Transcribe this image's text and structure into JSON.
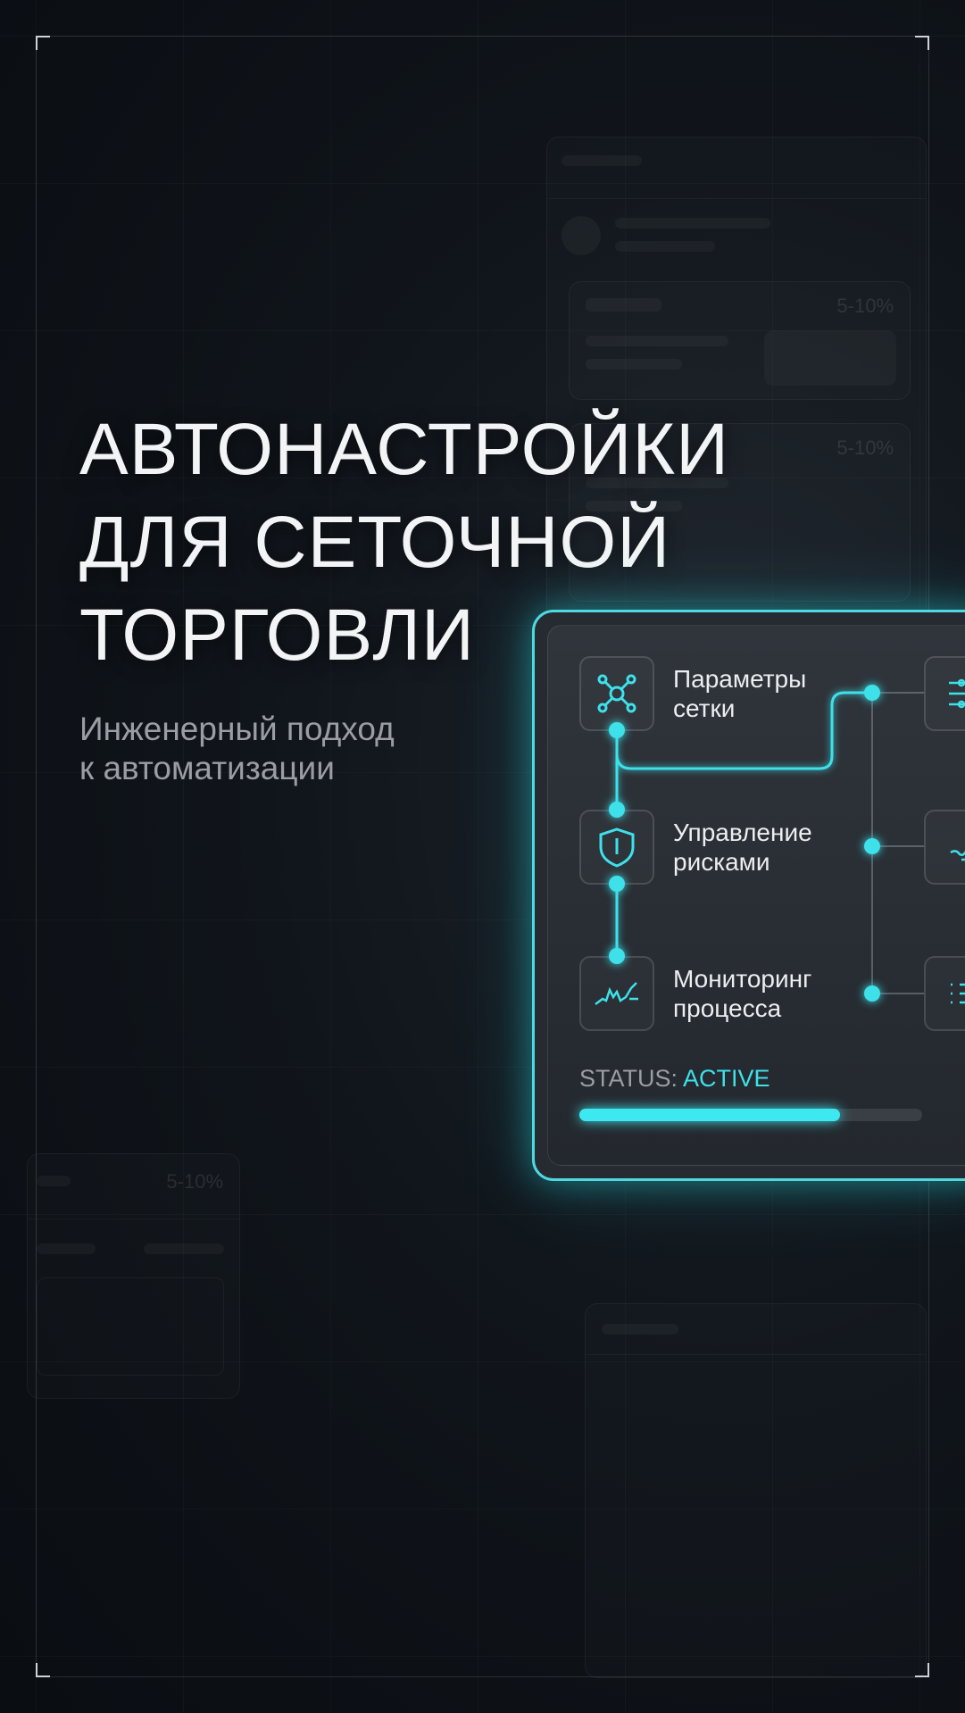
{
  "headline": {
    "line1": "АВТОНАСТРОЙКИ",
    "line2": "ДЛЯ СЕТОЧНОЙ",
    "line3": "ТОРГОВЛИ"
  },
  "subtitle": {
    "line1": "Инженерный подход",
    "line2": "к автоматизации"
  },
  "panel": {
    "items": [
      {
        "line1": "Параметры",
        "line2": "сетки",
        "icon": "network-nodes-icon"
      },
      {
        "line1": "Управление",
        "line2": "рисками",
        "icon": "shield-icon"
      },
      {
        "line1": "Мониторинг",
        "line2": "процесса",
        "icon": "activity-chart-icon"
      }
    ],
    "right_icons": [
      "sliders-icon",
      "curve-icon",
      "list-icon"
    ],
    "status_label": "STATUS:",
    "status_value": "ACTIVE",
    "progress": 0.76,
    "accent": "#3ee0ea"
  },
  "ghost": {
    "pct1": "5-10%",
    "pct2": "5-10%",
    "pct3": "5-10%"
  }
}
